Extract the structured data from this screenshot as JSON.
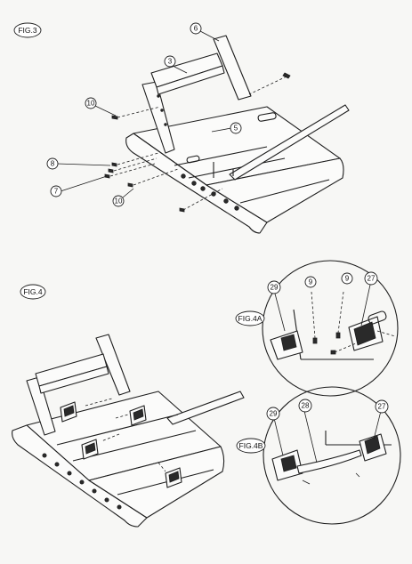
{
  "figures": {
    "fig3": "FIG.3",
    "fig4": "FIG.4",
    "fig4a": "FIG.4A",
    "fig4b": "FIG.4B"
  },
  "callouts": {
    "fig3_6": "6",
    "fig3_3": "3",
    "fig3_10": "10",
    "fig3_5": "5",
    "fig3_8": "8",
    "fig3_7": "7",
    "fig3_10b": "10",
    "fig4a_29": "29",
    "fig4a_9a": "9",
    "fig4a_9b": "9",
    "fig4a_27": "27",
    "fig4b_29": "29",
    "fig4b_28": "28",
    "fig4b_27": "27"
  }
}
